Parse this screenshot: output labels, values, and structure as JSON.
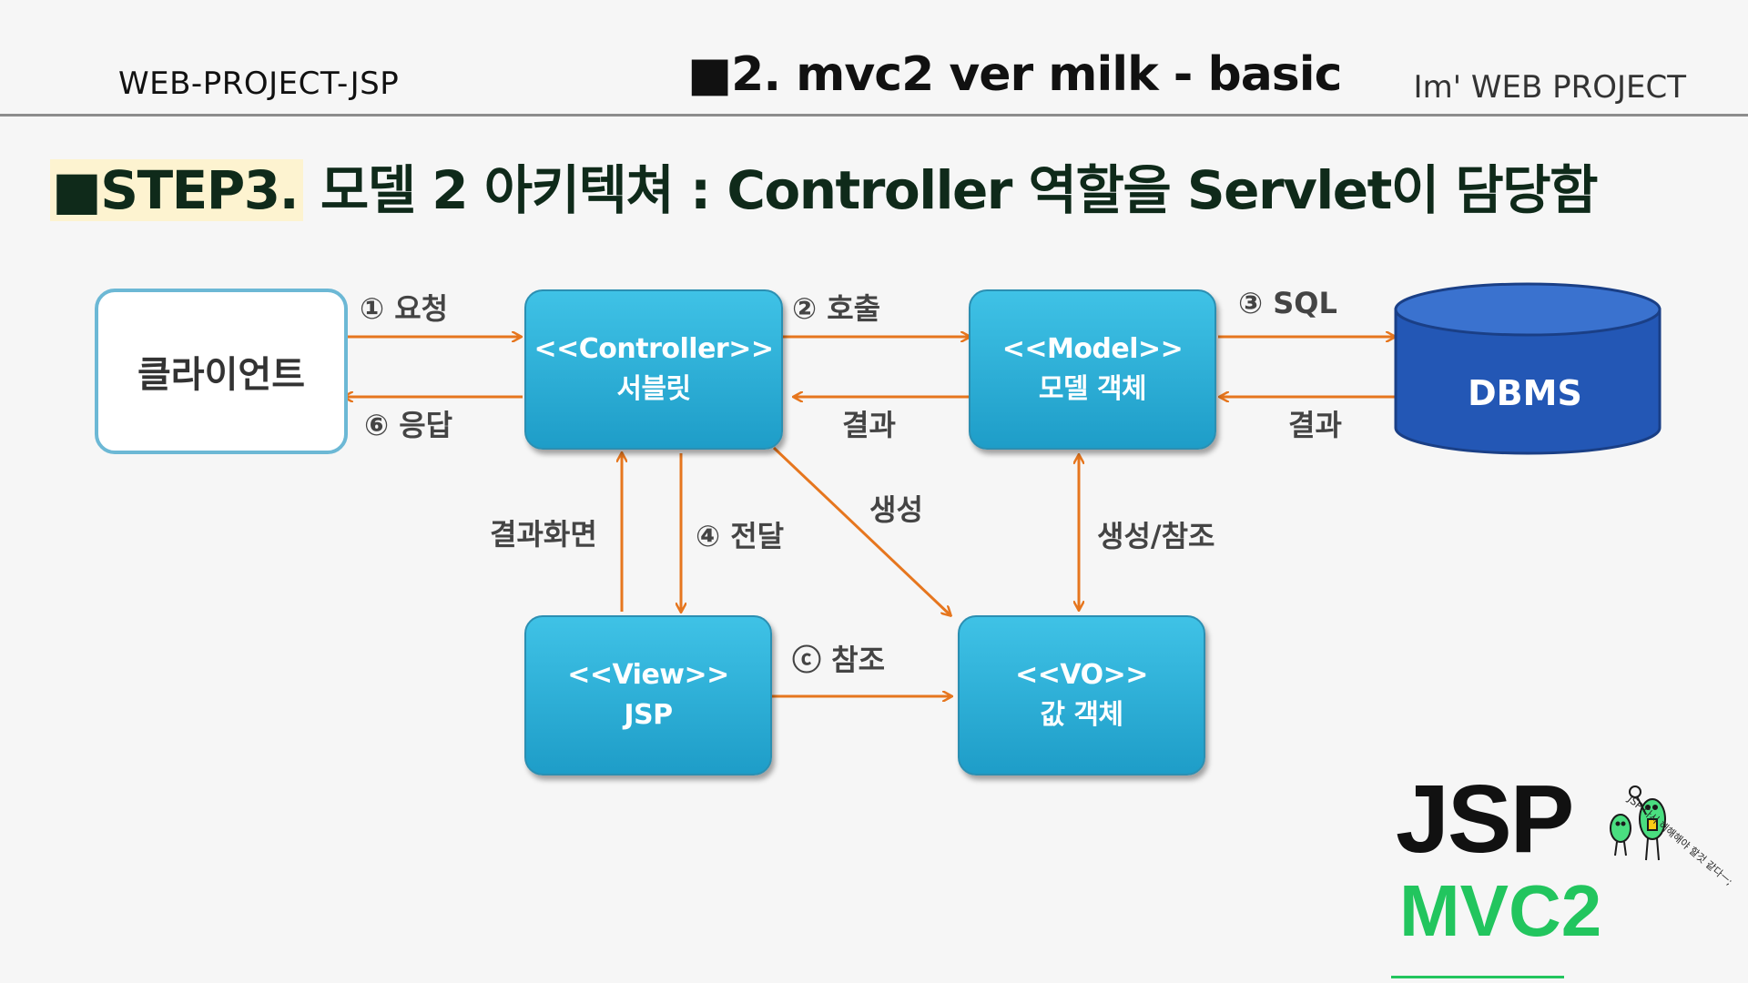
{
  "header": {
    "left": "WEB-PROJECT-JSP",
    "center": "■2. mvc2 ver  milk - basic",
    "right": "Im'  WEB PROJECT"
  },
  "step": {
    "prefix": "■STEP3.",
    "title": " 모델 2 아키텍쳐 : Controller 역할을 Servlet이 담당함"
  },
  "diagram": {
    "client": "클라이언트",
    "controller": {
      "line1": "<<Controller>>",
      "line2": "서블릿"
    },
    "model": {
      "line1": "<<Model>>",
      "line2": "모델 객체"
    },
    "view": {
      "line1": "<<View>>",
      "line2": "JSP"
    },
    "vo": {
      "line1": "<<VO>>",
      "line2": "값 객체"
    },
    "dbms": "DBMS",
    "labels": {
      "request": "① 요청",
      "response": "⑥ 응답",
      "call": "② 호출",
      "result_model": "결과",
      "sql": "③ SQL",
      "result_db": "결과",
      "result_screen": "결과화면",
      "forward": "④ 전달",
      "create": "생성",
      "create_ref": "생성/참조",
      "reference": "ⓒ 참조"
    },
    "colors": {
      "arrow": "#e6761e",
      "box": "#2aaedb",
      "db": "#2357b5"
    }
  },
  "logo": {
    "jsp": "JSP",
    "mvc": "MVC2",
    "mascot_caption": "JSP 다시 해해해야 할것 같다ㅡ;"
  }
}
